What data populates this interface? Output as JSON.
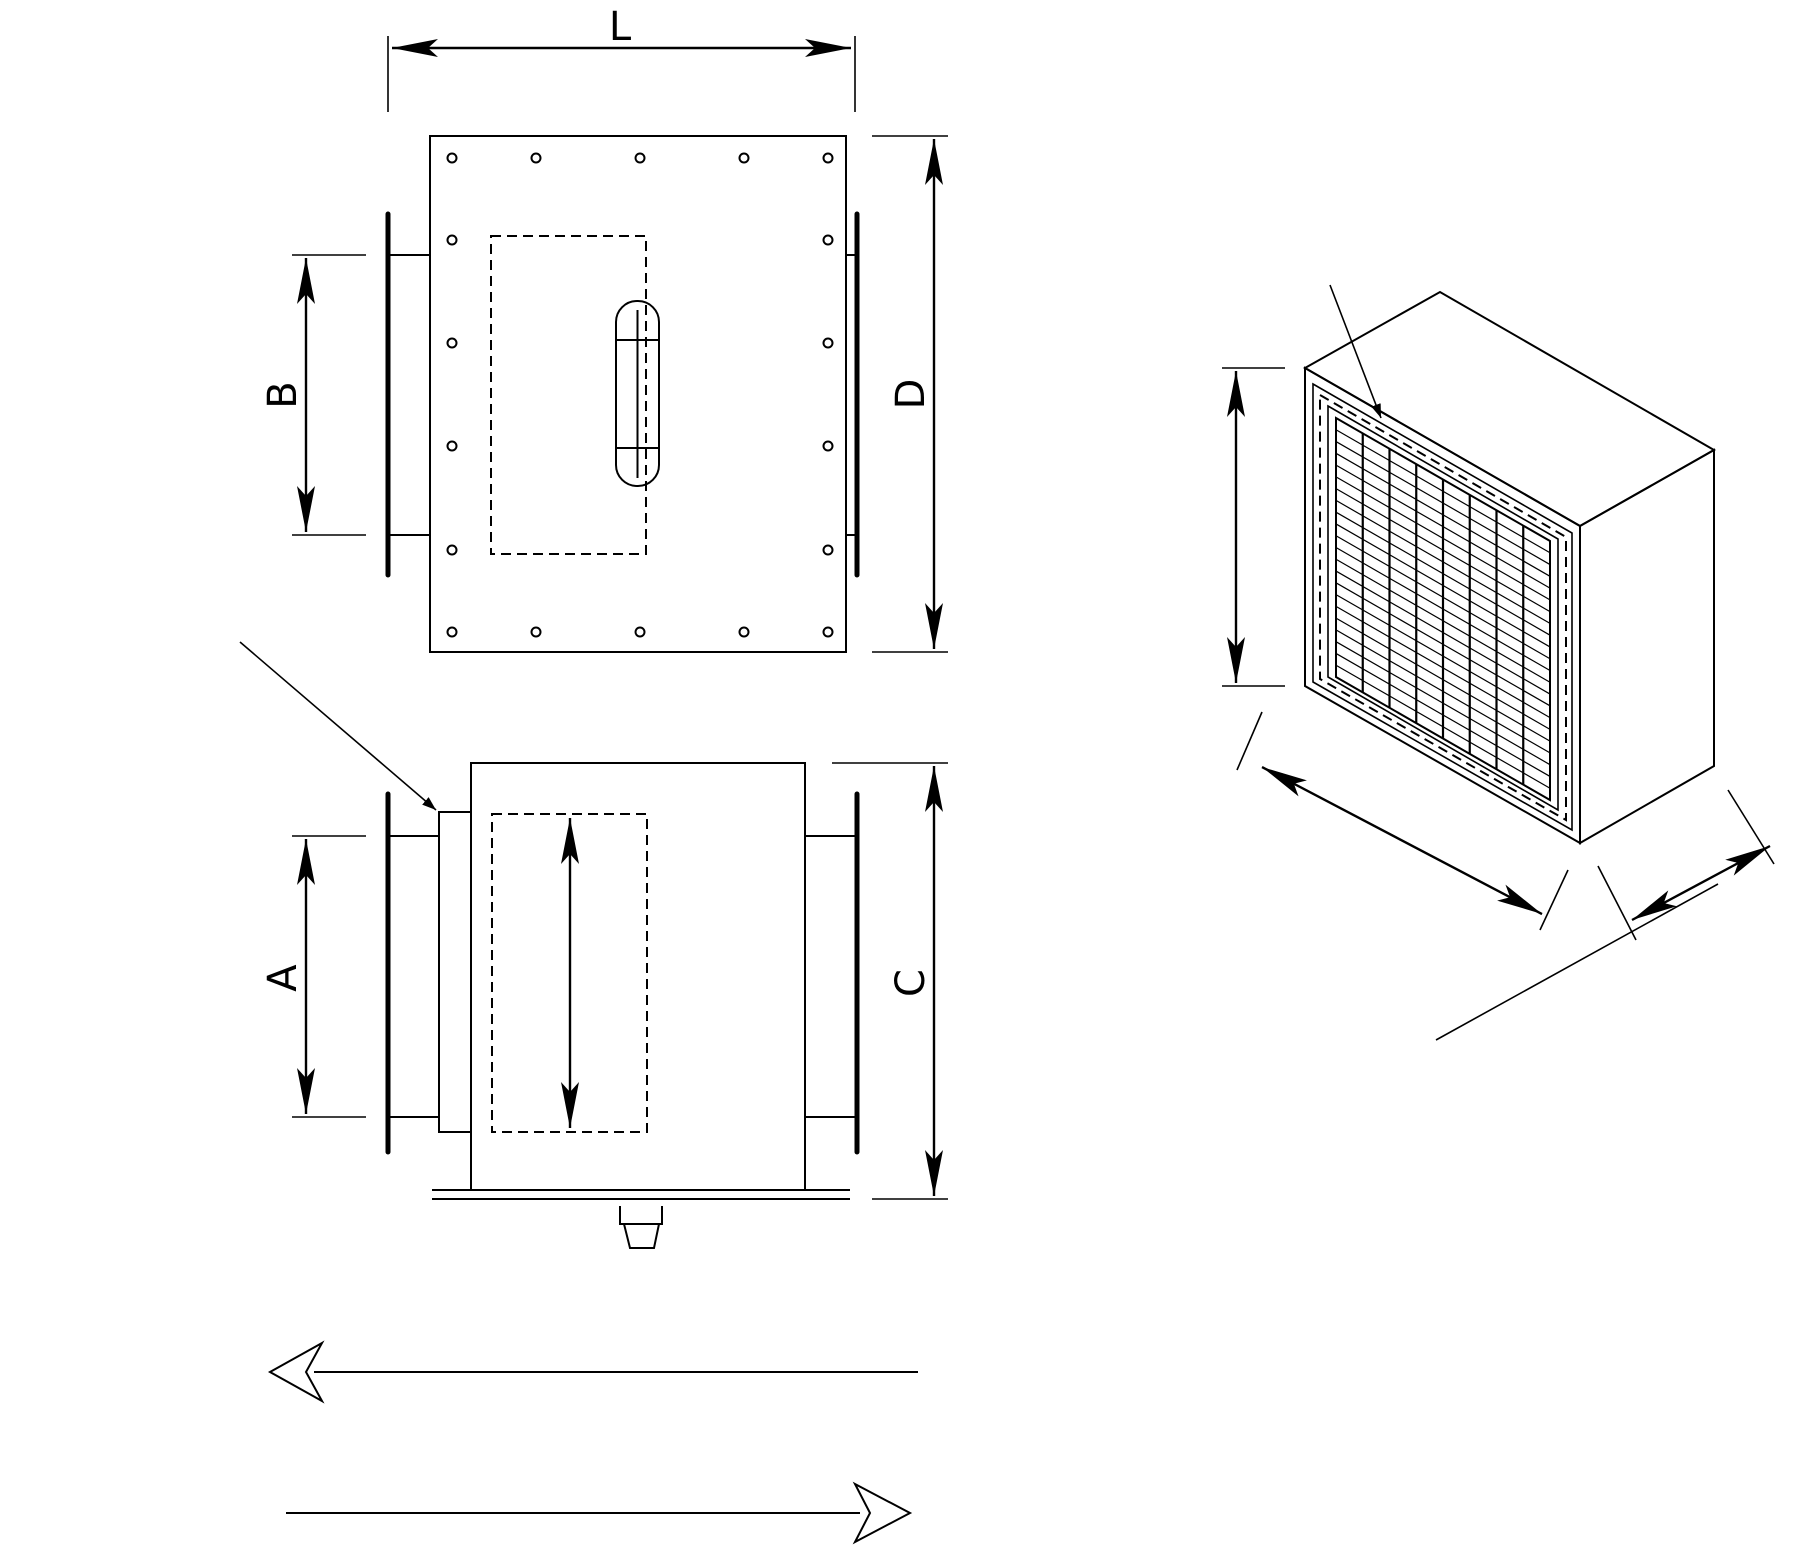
{
  "diagram": {
    "labels": {
      "L": "L",
      "B": "B",
      "D": "D",
      "A": "A",
      "C": "C"
    }
  }
}
